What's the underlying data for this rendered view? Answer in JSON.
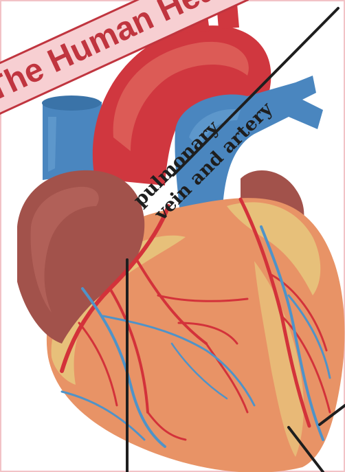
{
  "banner": {
    "title": "The Human Heart"
  },
  "labels": {
    "pulmonary_line1": "pulmonary",
    "pulmonary_line2": "vein and artery"
  },
  "colors": {
    "frame": "#f2c2c6",
    "banner_fill": "#f7cfd2",
    "banner_text": "#c0353f",
    "aorta": "#d0373f",
    "aorta_highlight": "#e0685f",
    "vena_cava": "#4a86bf",
    "pulmonary": "#4a86bf",
    "atrium": "#a2524b",
    "heart_body": "#e89366",
    "fat": "#e7c07a",
    "artery": "#d3323a",
    "vein": "#4f93c8",
    "leader_line": "#1e1e1e"
  }
}
